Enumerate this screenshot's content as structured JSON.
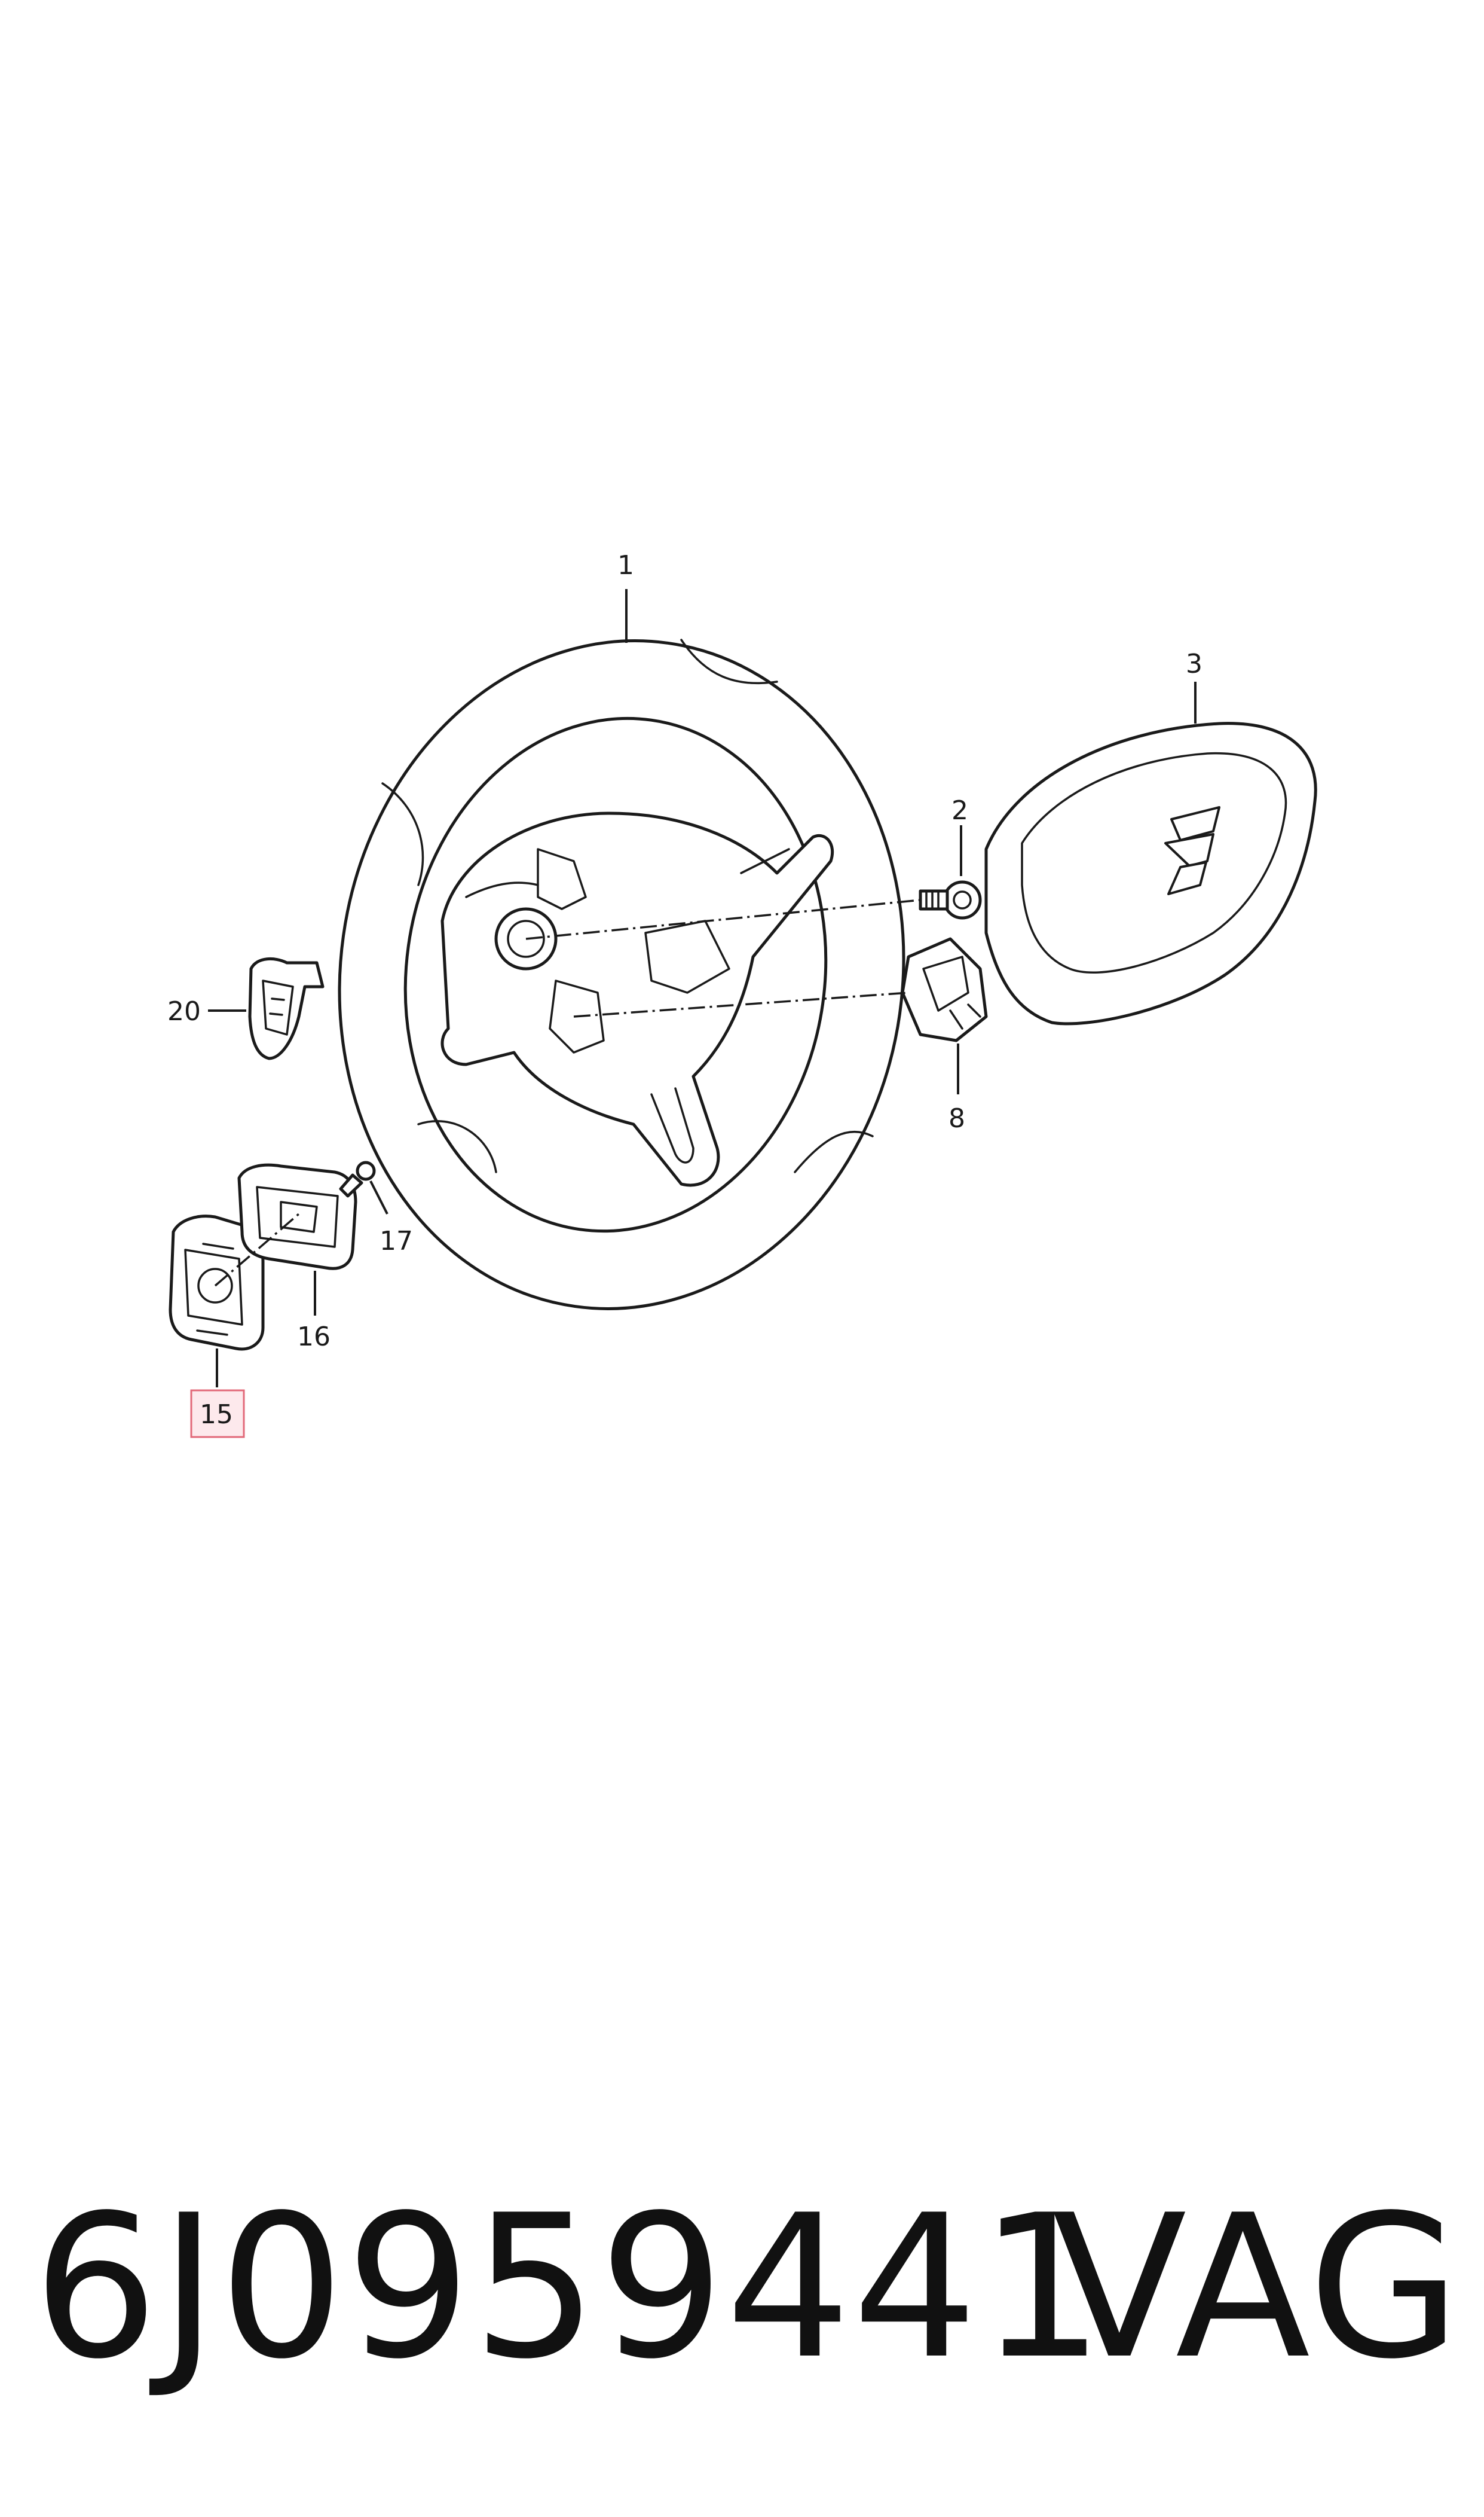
{
  "callouts": {
    "c1": "1",
    "c2": "2",
    "c3": "3",
    "c8": "8",
    "c15": "15",
    "c16": "16",
    "c17": "17",
    "c20": "20"
  },
  "highlighted_callout": "15",
  "highlight_colors": {
    "fill": "#fde9ec",
    "stroke": "#e26a7a"
  },
  "footer": {
    "part_number": "6J0959441",
    "brand": "VAG"
  }
}
